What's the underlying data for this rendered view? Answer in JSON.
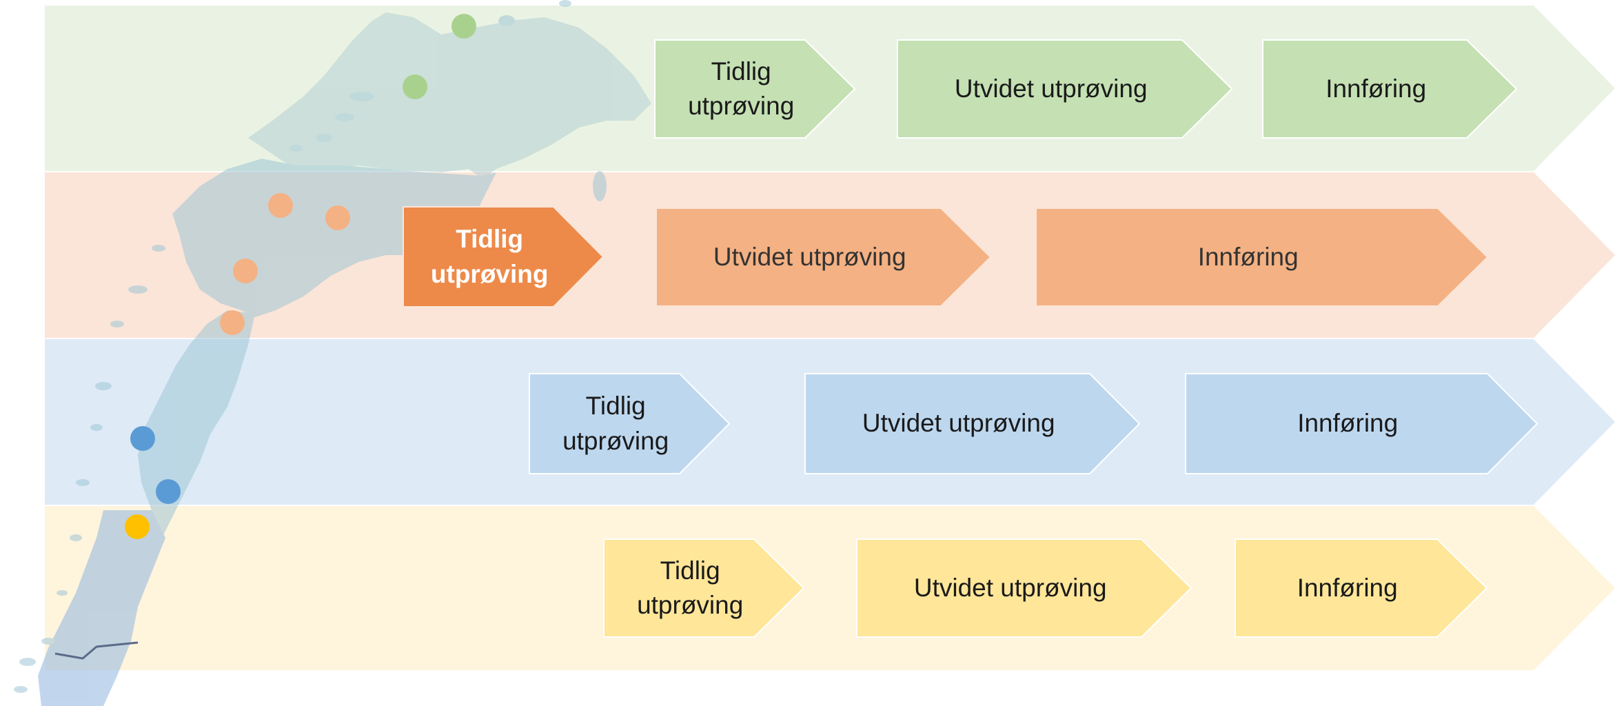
{
  "diagram": {
    "rows": [
      {
        "id": "green",
        "band_color": "#eaf3e3",
        "step_color": "#c5e0b3",
        "step_border": "#ffffff",
        "text_color": "#1a1a1a",
        "marker_color": "#a9d18e",
        "steps": [
          {
            "label": "Tidlig\nutprøving",
            "emphasis": false
          },
          {
            "label": "Utvidet utprøving",
            "emphasis": false
          },
          {
            "label": "Innføring",
            "emphasis": false
          }
        ]
      },
      {
        "id": "orange",
        "band_color": "#fbe5d8",
        "step_color": "#f4b183",
        "step_border": "#fbe5d8",
        "text_color": "#333333",
        "marker_color": "#f4b183",
        "steps": [
          {
            "label": "Tidlig\nutprøving",
            "emphasis": true,
            "color": "#ed8a4a"
          },
          {
            "label": "Utvidet utprøving",
            "emphasis": false
          },
          {
            "label": "Innføring",
            "emphasis": false
          }
        ]
      },
      {
        "id": "blue",
        "band_color": "#deeaf6",
        "step_color": "#bdd7ee",
        "step_border": "#ffffff",
        "text_color": "#1a1a1a",
        "marker_color": "#5b9bd5",
        "steps": [
          {
            "label": "Tidlig\nutprøving",
            "emphasis": false
          },
          {
            "label": "Utvidet utprøving",
            "emphasis": false
          },
          {
            "label": "Innføring",
            "emphasis": false
          }
        ]
      },
      {
        "id": "yellow",
        "band_color": "#fff4dc",
        "step_color": "#ffe699",
        "step_border": "#ffffff",
        "text_color": "#1a1a1a",
        "marker_color": "#ffc000",
        "steps": [
          {
            "label": "Tidlig\nutprøving",
            "emphasis": false
          },
          {
            "label": "Utvidet utprøving",
            "emphasis": false
          },
          {
            "label": "Innføring",
            "emphasis": false
          }
        ]
      }
    ],
    "map_color": "#9fc6d6",
    "map_color_north": "#b5cfd5",
    "map_color_south": "#8fb6e0",
    "border_line_color": "#5a6a8a"
  }
}
